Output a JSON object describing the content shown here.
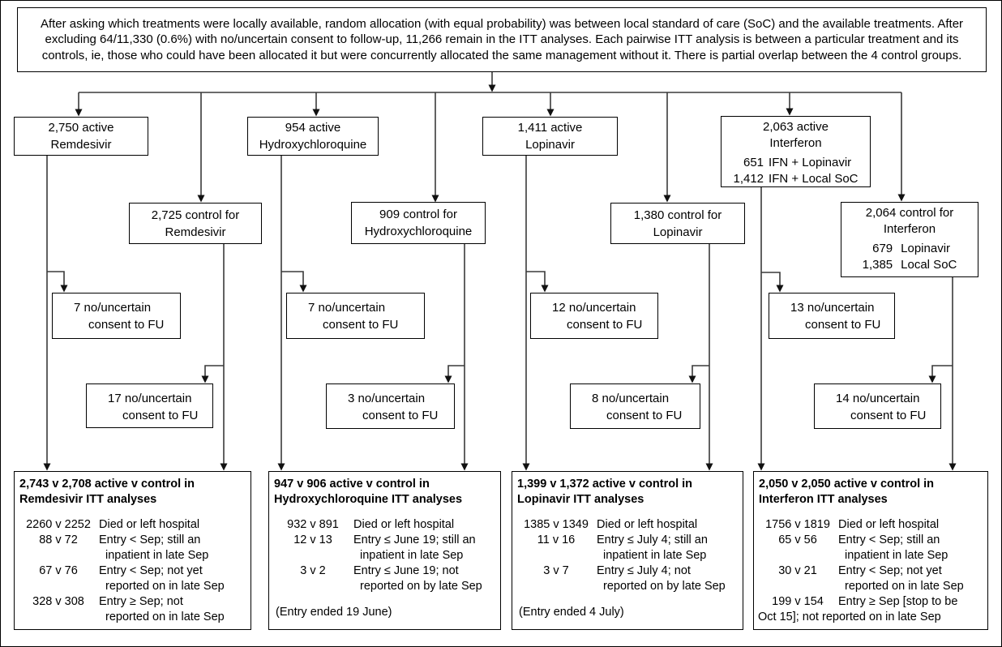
{
  "header": {
    "text": "After asking which treatments were locally available, random allocation (with equal probability) was between local standard of care (SoC) and the available treatments. After excluding 64/11,330 (0.6%) with no/uncertain consent to follow-up, 11,266 remain in the ITT analyses. Each pairwise ITT analysis is between a particular treatment and its controls, ie, those who could have been allocated it but were concurrently allocated the same management without it. There is partial overlap between the 4 control groups."
  },
  "columns": [
    {
      "name": "Remdesivir",
      "active": {
        "line1": "2,750 active",
        "line2": "Remdesivir"
      },
      "control": {
        "line1": "2,725 control for",
        "line2": "Remdesivir"
      },
      "consent_active": {
        "line1": "7 no/uncertain",
        "line2": "consent to FU"
      },
      "consent_control": {
        "line1": "17 no/uncertain",
        "line2": "consent to FU"
      },
      "itt": {
        "title1": "2,743 v 2,708 active v control in",
        "title2": "Remdesivir ITT analyses",
        "rows": [
          {
            "nums": "2260 v 2252",
            "desc1": "Died or left hospital",
            "desc2": ""
          },
          {
            "nums": "88 v 72",
            "desc1": "Entry < Sep; still an",
            "desc2": "inpatient in late Sep"
          },
          {
            "nums": "67 v 76",
            "desc1": "Entry < Sep; not yet",
            "desc2": "reported on in late Sep"
          },
          {
            "nums": "328 v 308",
            "desc1": "Entry ≥ Sep; not",
            "desc2": "reported on in late Sep"
          }
        ]
      }
    },
    {
      "name": "Hydroxychloroquine",
      "active": {
        "line1": "954 active",
        "line2": "Hydroxychloroquine"
      },
      "control": {
        "line1": "909 control for",
        "line2": "Hydroxychloroquine"
      },
      "consent_active": {
        "line1": "7 no/uncertain",
        "line2": "consent to FU"
      },
      "consent_control": {
        "line1": "3 no/uncertain",
        "line2": "consent to FU"
      },
      "itt": {
        "title1": "947 v 906 active v control in",
        "title2": "Hydroxychloroquine ITT analyses",
        "rows": [
          {
            "nums": "932 v 891",
            "desc1": "Died or left hospital",
            "desc2": ""
          },
          {
            "nums": "12 v 13",
            "desc1": "Entry ≤ June 19; still an",
            "desc2": "inpatient in late Sep"
          },
          {
            "nums": "3 v 2",
            "desc1": "Entry ≤ June 19; not",
            "desc2": "reported on by late Sep"
          }
        ],
        "footer": "(Entry ended 19 June)"
      }
    },
    {
      "name": "Lopinavir",
      "active": {
        "line1": "1,411 active",
        "line2": "Lopinavir"
      },
      "control": {
        "line1": "1,380 control for",
        "line2": "Lopinavir"
      },
      "consent_active": {
        "line1": "12 no/uncertain",
        "line2": "consent to FU"
      },
      "consent_control": {
        "line1": "8 no/uncertain",
        "line2": "consent to FU"
      },
      "itt": {
        "title1": "1,399 v 1,372 active v control in",
        "title2": "Lopinavir ITT analyses",
        "rows": [
          {
            "nums": "1385 v 1349",
            "desc1": "Died or left hospital",
            "desc2": ""
          },
          {
            "nums": "11 v 16",
            "desc1": "Entry ≤ July 4; still an",
            "desc2": "inpatient in late Sep"
          },
          {
            "nums": "3 v 7",
            "desc1": "Entry ≤ July 4; not",
            "desc2": "reported on by late Sep"
          }
        ],
        "footer": "(Entry ended 4 July)"
      }
    },
    {
      "name": "Interferon",
      "active": {
        "line1": "2,063 active",
        "line2": "Interferon",
        "breakdown": [
          {
            "num": "651",
            "label": "IFN + Lopinavir"
          },
          {
            "num": "1,412",
            "label": "IFN + Local SoC"
          }
        ]
      },
      "control": {
        "line1": "2,064 control for",
        "line2": "Interferon",
        "breakdown": [
          {
            "num": "679",
            "label": "Lopinavir"
          },
          {
            "num": "1,385",
            "label": "Local SoC"
          }
        ]
      },
      "consent_active": {
        "line1": "13 no/uncertain",
        "line2": "consent to FU"
      },
      "consent_control": {
        "line1": "14 no/uncertain",
        "line2": "consent to FU"
      },
      "itt": {
        "title1": "2,050 v 2,050 active v control in",
        "title2": "Interferon ITT analyses",
        "rows": [
          {
            "nums": "1756 v 1819",
            "desc1": "Died or left hospital",
            "desc2": ""
          },
          {
            "nums": "65 v 56",
            "desc1": "Entry < Sep; still an",
            "desc2": "inpatient in late Sep"
          },
          {
            "nums": "30 v 21",
            "desc1": "Entry < Sep; not yet",
            "desc2": "reported on in late Sep"
          },
          {
            "nums": "199 v 154",
            "desc1": "Entry ≥ Sep [stop to be",
            "desc2": ""
          }
        ],
        "wide_line": "Oct 15]; not reported on in late Sep"
      }
    }
  ],
  "line_color": "#3a3a3a",
  "arrow_color": "#111111"
}
